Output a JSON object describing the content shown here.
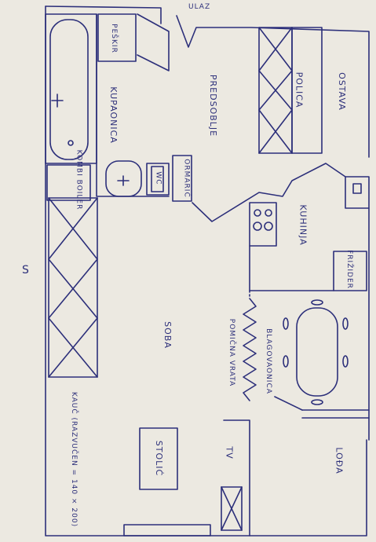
{
  "labels": {
    "entrance": "ULAZ",
    "towel": "PEŠKIR",
    "bathroom": "KUPAONICA",
    "hallway": "PREDSOBLJE",
    "storage": "OSTAVA",
    "shelf": "POLICA",
    "toilet_room": "ORMARIĆ",
    "wc": "WC",
    "boiler": "KOMBI BOILER",
    "kitchen": "KUHINJA",
    "fridge": "FRIŽIDER",
    "sliding_door": "POMIČNA VRATA",
    "dining": "BLAGOVAONICA",
    "room": "SOBA",
    "bed": "KAUČ (RAZVUČEN = 140 × 200)",
    "desk": "STOLIĆ",
    "tv": "TV",
    "balcony": "LOĐA",
    "compass": "S"
  },
  "colors": {
    "ink": "#2c2f7a",
    "paper": "#ece9e1"
  }
}
